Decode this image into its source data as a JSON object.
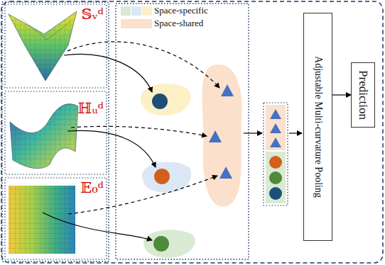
{
  "diagram": {
    "nodes": [
      {
        "text": [
          "𝕊ᵥᵈ"
        ]
      },
      {
        "text": [
          "ℍᵤᵈ"
        ]
      },
      {
        "text": [
          "𝔼₀ᵈ"
        ]
      },
      {
        "text": [
          "Adjustable Multi-curvature Pooling"
        ]
      },
      {
        "text": [
          "Prediction"
        ]
      }
    ],
    "edges": [
      {
        "from": 3,
        "to": 4,
        "arrow": "to"
      }
    ],
    "legend": [
      {
        "text": "Space-specific",
        "color": "#d9ead3"
      },
      {
        "text": "Space-shared",
        "color": "#fbe0cc"
      }
    ]
  }
}
